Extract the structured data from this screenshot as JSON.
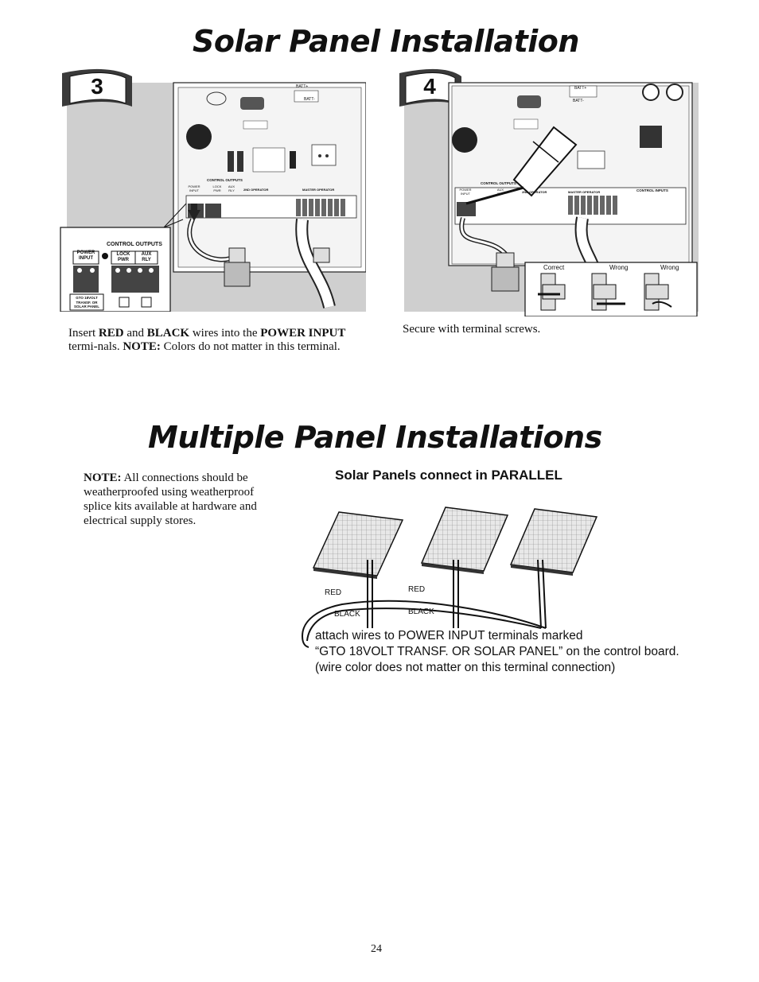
{
  "page": {
    "title_top": "Solar Panel Installation",
    "title_bottom": "Multiple Panel Installations",
    "page_number": "24"
  },
  "step3": {
    "number": "3",
    "caption": {
      "p1": "Insert ",
      "red": "RED",
      "p2": " and ",
      "black": "BLACK",
      "p3": " wires into the ",
      "power": "POWER INPUT",
      "p4": " termi-nals. ",
      "note": "NOTE:",
      "p5": " Colors do not matter in this terminal."
    },
    "inset": {
      "heading": "CONTROL OUTPUTS",
      "power_input": [
        "POWER",
        "INPUT"
      ],
      "lock_pwr": [
        "LOCK",
        "PWR"
      ],
      "aux_rly": [
        "AUX",
        "RLY"
      ],
      "transf_label": [
        "GTO 18VOLT",
        "TRANSF. OR",
        "SOLAR PANEL"
      ]
    },
    "board": {
      "batt_plus": "BATT+",
      "batt_minus": "BATT-",
      "control_outputs": "CONTROL OUTPUTS",
      "power_input": [
        "POWER",
        "INPUT"
      ],
      "lock_pwr": [
        "LOCK",
        "PWR"
      ],
      "aux_rly": [
        "AUX",
        "RLY"
      ],
      "second_operator": "2ND OPERATOR",
      "master_operator": "MASTER OPERATOR"
    }
  },
  "step4": {
    "number": "4",
    "caption": "Secure with terminal screws.",
    "labels": {
      "correct": "Correct",
      "wrong1": "Wrong",
      "wrong2": "Wrong"
    },
    "board": {
      "batt_plus": "BATT+",
      "batt_minus": "BATT-",
      "control_outputs": "CONTROL OUTPUTS",
      "control_inputs": "CONTROL INPUTS",
      "second_operator": "2ND OPERATOR",
      "master_operator": "MASTER OPERATOR",
      "power_input": [
        "POWER",
        "INPUT"
      ],
      "aux_rly": [
        "AUX",
        "RLY"
      ]
    }
  },
  "multiple": {
    "note_label": "NOTE:",
    "note_text": " All connections should be weatherproofed using weatherproof splice kits available at hardware and electrical supply stores.",
    "parallel_heading": "Solar Panels connect in PARALLEL",
    "wire_labels": {
      "red1": "RED",
      "red2": "RED",
      "black1": "BLACK",
      "black2": "BLACK"
    },
    "attach_lines": [
      "attach wires to POWER INPUT terminals marked",
      "“GTO 18VOLT TRANSF. OR SOLAR PANEL” on the control board.",
      "(wire color does not matter on this terminal connection)"
    ]
  },
  "colors": {
    "text": "#111111",
    "gray_panel": "#cfcfcf",
    "board": "#f4f4f4"
  }
}
